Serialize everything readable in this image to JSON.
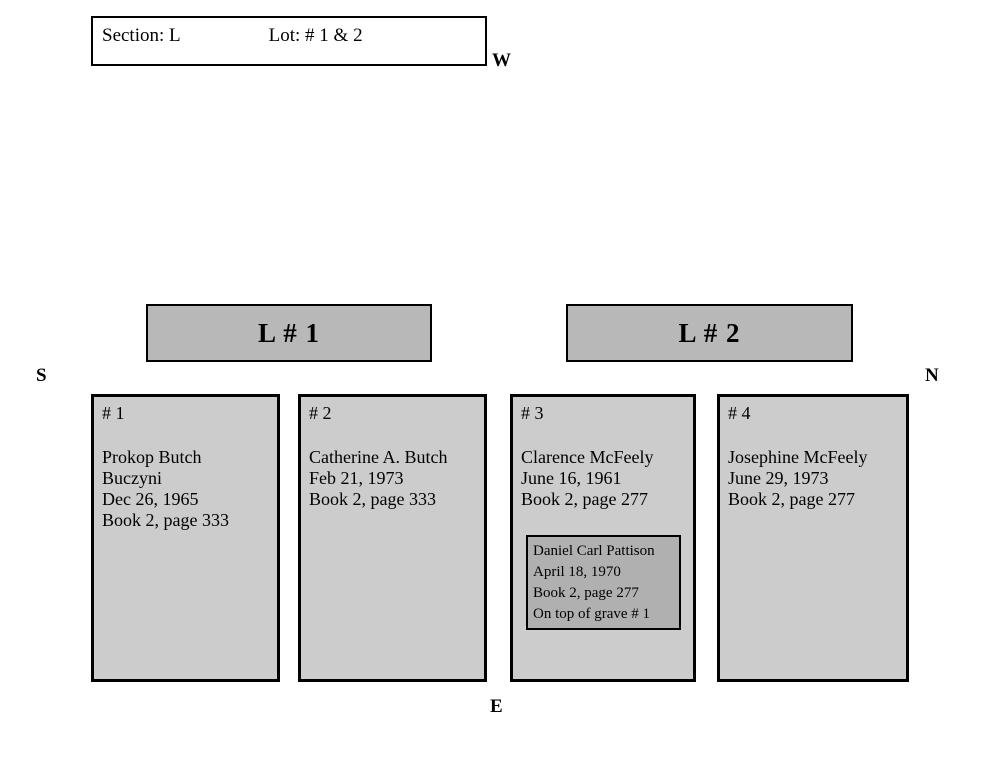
{
  "header": {
    "section_label": "Section:  L",
    "lot_label": "Lot: #  1  & 2"
  },
  "compass": {
    "north": "N",
    "south": "S",
    "east": "E",
    "west": "W"
  },
  "colors": {
    "banner_fill": "#b8b8b8",
    "grave_fill": "#cccccc",
    "inset_fill": "#b0b0b0",
    "outline": "#000000",
    "page_background": "#ffffff"
  },
  "lots": [
    {
      "label": "L # 1"
    },
    {
      "label": "L # 2"
    }
  ],
  "graves": [
    {
      "number": "# 1",
      "lines": [
        "Prokop Butch",
        "Buczyni",
        "Dec 26, 1965",
        "Book 2, page 333"
      ],
      "inset": null
    },
    {
      "number": "# 2",
      "lines": [
        "Catherine A. Butch",
        "Feb 21, 1973",
        "Book 2, page 333"
      ],
      "inset": null
    },
    {
      "number": "# 3",
      "lines": [
        "Clarence McFeely",
        "June 16, 1961",
        "Book 2, page 277"
      ],
      "inset": {
        "lines": [
          "Daniel Carl Pattison",
          "April 18, 1970",
          "Book 2, page 277",
          "On top of grave # 1"
        ]
      }
    },
    {
      "number": "# 4",
      "lines": [
        "Josephine McFeely",
        "June 29, 1973",
        "Book 2, page 277"
      ],
      "inset": null
    }
  ]
}
